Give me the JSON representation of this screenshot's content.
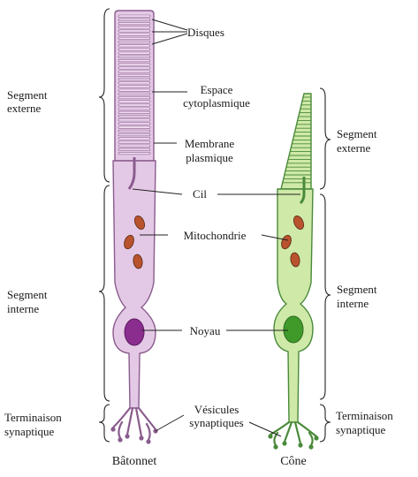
{
  "colors": {
    "rod_fill": "#e4c9e6",
    "rod_stroke": "#8a5c8e",
    "rod_disk": "#f3e2f4",
    "rod_nucleus": "#8b2d8f",
    "cone_fill": "#cfe9a8",
    "cone_stroke": "#4a8a3a",
    "cone_nucleus": "#3f9a2a",
    "mito_fill": "#b9532e",
    "line": "#222222"
  },
  "labels": {
    "disques": "Disques",
    "espace_1": "Espace",
    "espace_2": "cytoplasmique",
    "membrane_1": "Membrane",
    "membrane_2": "plasmique",
    "cil": "Cil",
    "mitochondrie": "Mitochondrie",
    "noyau": "Noyau",
    "vesicules_1": "Vésicules",
    "vesicules_2": "synaptiques"
  },
  "left_brackets": {
    "segment_externe_1": "Segment",
    "segment_externe_2": "externe",
    "segment_interne_1": "Segment",
    "segment_interne_2": "interne",
    "terminaison_1": "Terminaison",
    "terminaison_2": "synaptique"
  },
  "right_brackets": {
    "segment_externe_1": "Segment",
    "segment_externe_2": "externe",
    "segment_interne_1": "Segment",
    "segment_interne_2": "interne",
    "terminaison_1": "Terminaison",
    "terminaison_2": "synaptique"
  },
  "captions": {
    "rod": "Bâtonnet",
    "cone": "Cône"
  }
}
